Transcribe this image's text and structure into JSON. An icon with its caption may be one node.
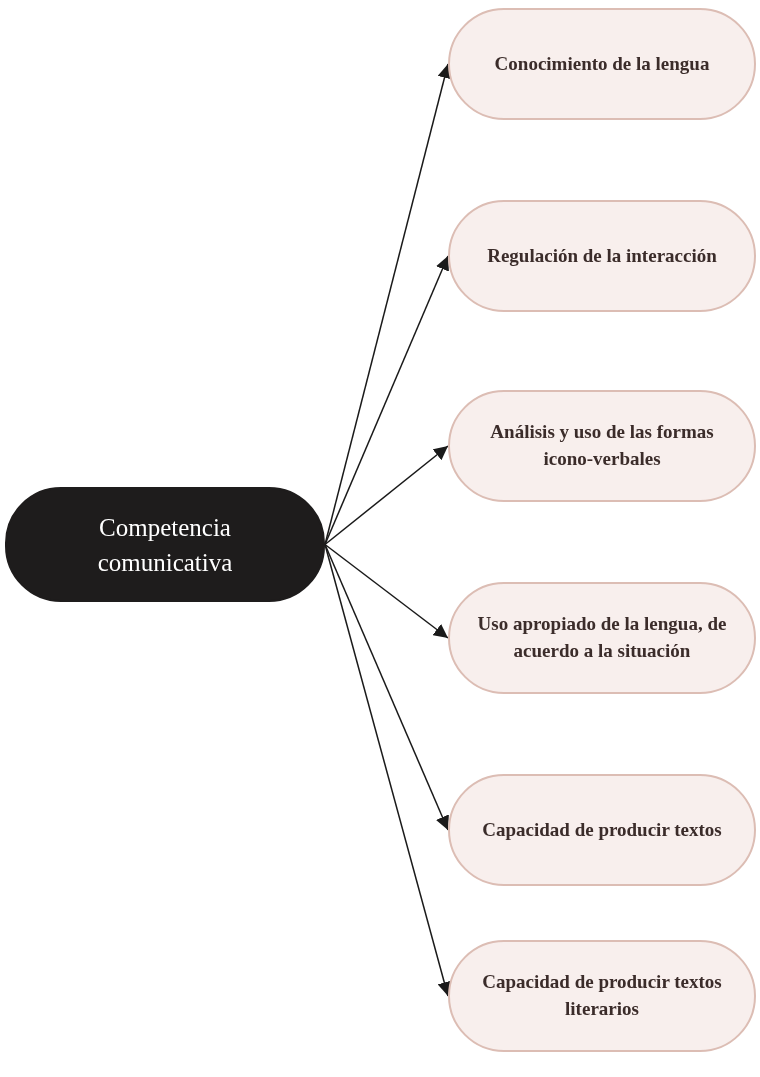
{
  "diagram": {
    "nodes": [
      {
        "text": [
          "Competencia comunicativa"
        ]
      },
      {
        "text": [
          "Conocimiento de la lengua"
        ]
      },
      {
        "text": [
          "Regulación de la interacción"
        ]
      },
      {
        "text": [
          "Análisis y uso de las formas icono-verbales"
        ]
      },
      {
        "text": [
          "Uso apropiado de la lengua, de acuerdo a la situación"
        ]
      },
      {
        "text": [
          "Capacidad de producir textos"
        ]
      },
      {
        "text": [
          "Capacidad de producir textos literarios"
        ]
      }
    ],
    "edges": [
      {
        "from": 0,
        "to": 1,
        "arrow": "to"
      },
      {
        "from": 0,
        "to": 2,
        "arrow": "to"
      },
      {
        "from": 0,
        "to": 3,
        "arrow": "to"
      },
      {
        "from": 0,
        "to": 4,
        "arrow": "to"
      },
      {
        "from": 0,
        "to": 5,
        "arrow": "to"
      },
      {
        "from": 0,
        "to": 6,
        "arrow": "to"
      }
    ]
  }
}
